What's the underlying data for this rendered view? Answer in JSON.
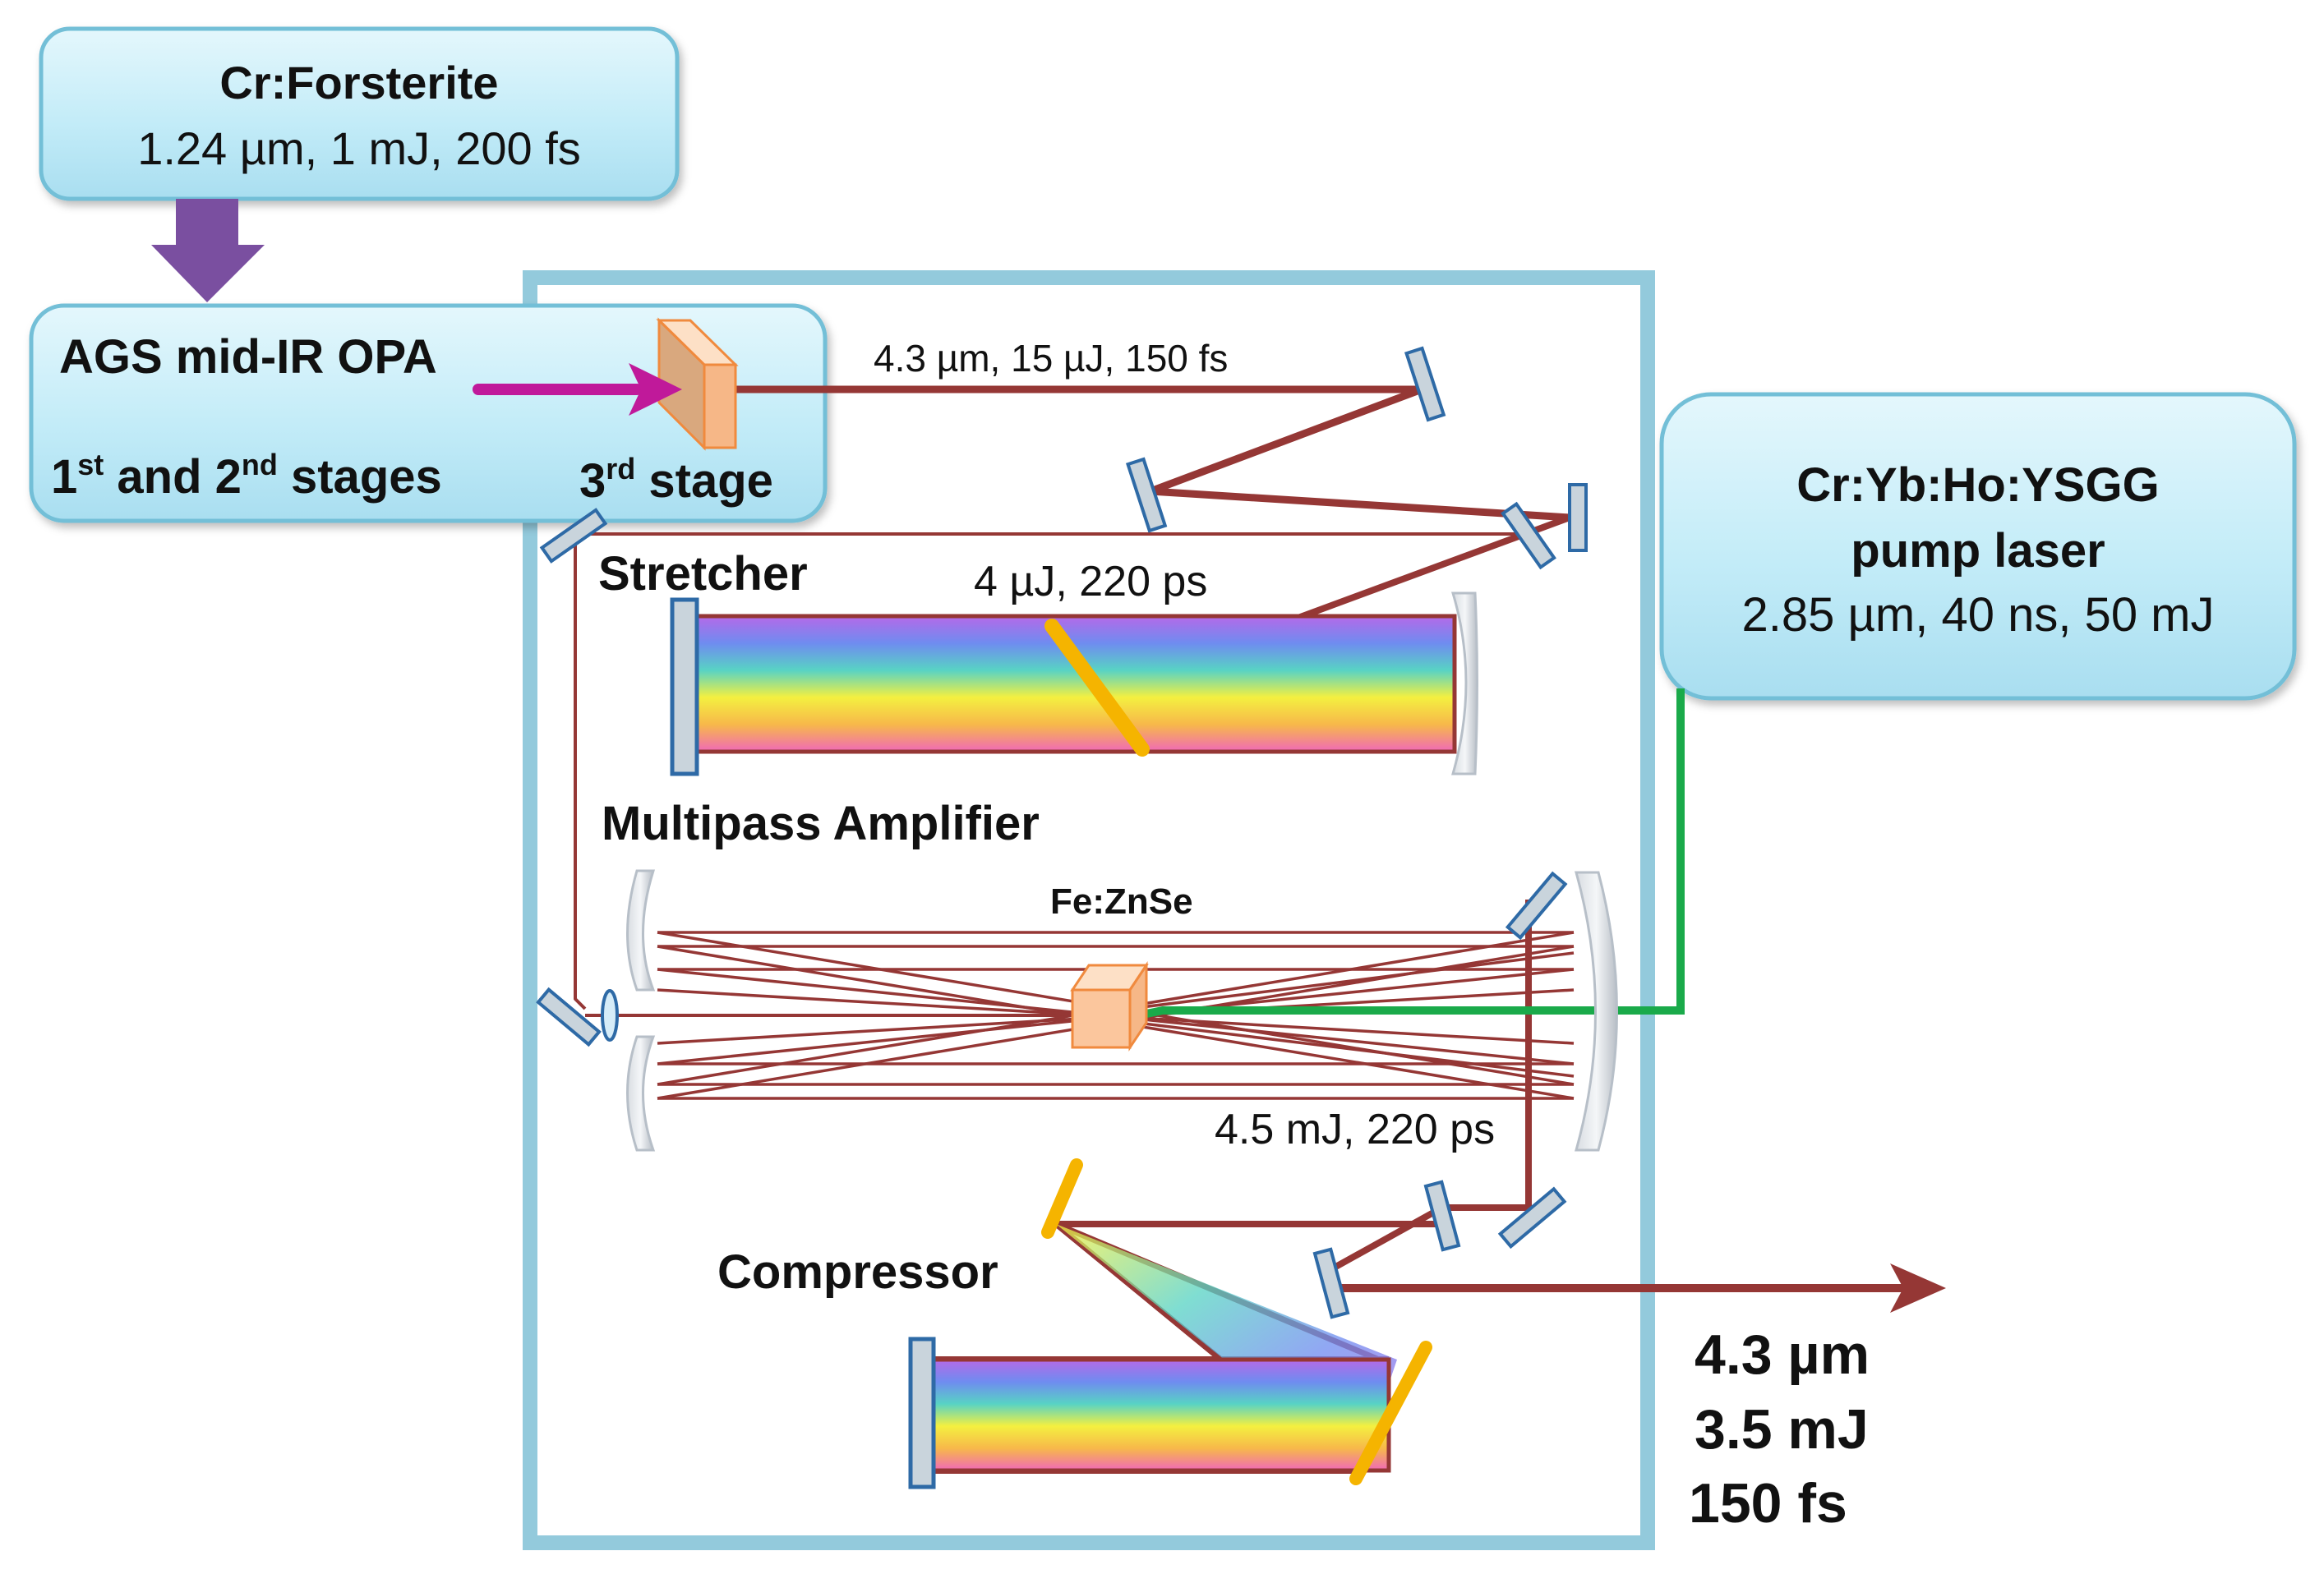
{
  "seed": {
    "name": "Cr:Forsterite",
    "params": "1.24 µm, 1 mJ, 200 fs"
  },
  "opa": {
    "title": "AGS mid-IR OPA",
    "stages_12": {
      "pre": "1",
      "sup1": "st",
      "mid": " and 2",
      "sup2": "nd",
      "post": " stages"
    },
    "stage_3": {
      "pre": "3",
      "sup": "rd",
      "post": " stage"
    }
  },
  "pump": {
    "line1": "Cr:Yb:Ho:YSGG",
    "line2": "pump laser",
    "params": "2.85 µm, 40 ns, 50 mJ"
  },
  "beam_labels": {
    "opa_out": "4.3 µm, 15 µJ, 150 fs",
    "stretcher_out": "4 µJ, 220 ps",
    "amp_out": "4.5 mJ, 220 ps"
  },
  "sections": {
    "stretcher": "Stretcher",
    "amplifier": "Multipass Amplifier",
    "crystal": "Fe:ZnSe",
    "compressor": "Compressor"
  },
  "output": {
    "wavelength": "4.3 µm",
    "energy": "3.5 mJ",
    "duration": "150 fs"
  },
  "colors": {
    "box_fill": "#c6ecf7",
    "box_stroke": "#73bfd7",
    "frame": "#93cadc",
    "beam": "#953735",
    "pump_beam": "#1aaa4a",
    "seed_arrow": "#7a4fa0",
    "opa_arrow": "#c0199a",
    "crystal": "#fbc69d",
    "grating": "#f5b400"
  }
}
